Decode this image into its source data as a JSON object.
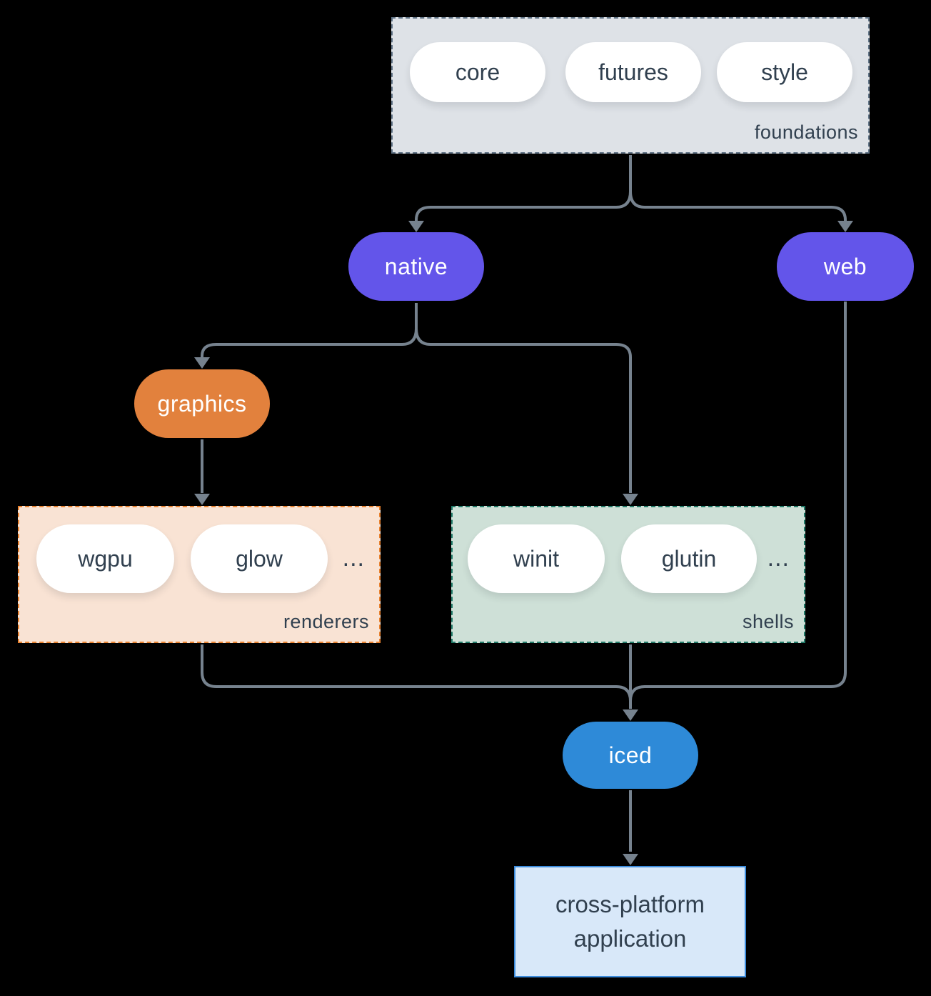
{
  "colors": {
    "background": "#000000",
    "line": "#76828E",
    "text_dark": "#31404F",
    "pill_fill": "#FFFFFF",
    "foundations_fill": "#DEE2E7",
    "foundations_border": "#5F7285",
    "native": "#6355EA",
    "web": "#6355EA",
    "graphics": "#E2813D",
    "renderers_fill": "#F9E3D4",
    "renderers_border": "#E8812E",
    "shells_fill": "#CEE0D7",
    "shells_border": "#217A68",
    "iced": "#2E8AD8",
    "app_fill": "#D8E8F9",
    "app_border": "#3C8CDD"
  },
  "groups": {
    "foundations": {
      "label": "foundations",
      "pills": [
        "core",
        "futures",
        "style"
      ]
    },
    "renderers": {
      "label": "renderers",
      "pills": [
        "wgpu",
        "glow"
      ],
      "ellipsis": "..."
    },
    "shells": {
      "label": "shells",
      "pills": [
        "winit",
        "glutin"
      ],
      "ellipsis": "..."
    }
  },
  "nodes": {
    "native": "native",
    "web": "web",
    "graphics": "graphics",
    "iced": "iced"
  },
  "app": {
    "line1": "cross-platform",
    "line2": "application"
  }
}
